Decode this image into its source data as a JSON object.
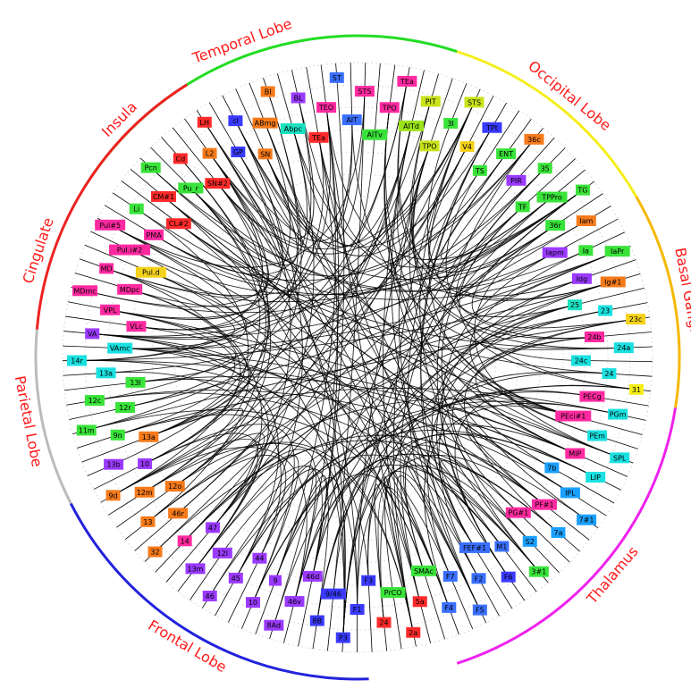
{
  "lobes": [
    {
      "label": "Temporal Lobe",
      "color": "#22dd22"
    },
    {
      "label": "Occipital Lobe",
      "color": "#f5ee1a"
    },
    {
      "label": "Basal Ganglia",
      "color": "#f5b800"
    },
    {
      "label": "Thalamus",
      "color": "#ee22ee"
    },
    {
      "label": "Frontal Lobe",
      "color": "#2222dd"
    },
    {
      "label": "Parietal Lobe",
      "color": "#bbbbbb"
    },
    {
      "label": "Cingulate",
      "color": "#ee2222"
    },
    {
      "label": "Insula",
      "color": "#ee2222"
    }
  ],
  "nodes": [
    {
      "label": "TEa",
      "color": "#ff2a2a"
    },
    {
      "label": "TEO",
      "color": "#ff2aa0"
    },
    {
      "label": "ST",
      "color": "#3a6fff"
    },
    {
      "label": "AIT",
      "color": "#3a6fff"
    },
    {
      "label": "STS",
      "color": "#ff2aa0"
    },
    {
      "label": "AITv",
      "color": "#39e339"
    },
    {
      "label": "TPO",
      "color": "#ff2aa0"
    },
    {
      "label": "TEa",
      "color": "#ff2aa0"
    },
    {
      "label": "AITd",
      "color": "#9be31a"
    },
    {
      "label": "PIT",
      "color": "#c8e31a"
    },
    {
      "label": "TPO",
      "color": "#c8e31a"
    },
    {
      "label": "3I",
      "color": "#39e339"
    },
    {
      "label": "STS",
      "color": "#c8e31a"
    },
    {
      "label": "V4",
      "color": "#f5d21a"
    },
    {
      "label": "TPt",
      "color": "#3a3aff"
    },
    {
      "label": "TS",
      "color": "#39e339"
    },
    {
      "label": "ENT",
      "color": "#39e339"
    },
    {
      "label": "36c",
      "color": "#f57a1a"
    },
    {
      "label": "PIR",
      "color": "#9a3aff"
    },
    {
      "label": "35",
      "color": "#39e339"
    },
    {
      "label": "TF",
      "color": "#39e339"
    },
    {
      "label": "TPPro",
      "color": "#39e339"
    },
    {
      "label": "TG",
      "color": "#39e339"
    },
    {
      "label": "36r",
      "color": "#39e339"
    },
    {
      "label": "Iam",
      "color": "#f57a1a"
    },
    {
      "label": "Iapm",
      "color": "#9a3aff"
    },
    {
      "label": "Ia",
      "color": "#39e339"
    },
    {
      "label": "IaPr",
      "color": "#39e339"
    },
    {
      "label": "Idg",
      "color": "#9a3aff"
    },
    {
      "label": "Ig#1",
      "color": "#f57a1a"
    },
    {
      "label": "25",
      "color": "#1ae0c0"
    },
    {
      "label": "23",
      "color": "#1ae0e0"
    },
    {
      "label": "23c",
      "color": "#f5d21a"
    },
    {
      "label": "24b",
      "color": "#ff2aa0"
    },
    {
      "label": "24a",
      "color": "#1ae0e0"
    },
    {
      "label": "24c",
      "color": "#1ae0e0"
    },
    {
      "label": "24",
      "color": "#1ae0e0"
    },
    {
      "label": "31",
      "color": "#f5ee1a"
    },
    {
      "label": "PECg",
      "color": "#ff2aa0"
    },
    {
      "label": "PGm",
      "color": "#1ae0e0"
    },
    {
      "label": "PEci#1",
      "color": "#ff2aa0"
    },
    {
      "label": "PEm",
      "color": "#1ae0e0"
    },
    {
      "label": "SPL",
      "color": "#1ae0e0"
    },
    {
      "label": "MIP",
      "color": "#ff2aa0"
    },
    {
      "label": "LIP",
      "color": "#1ae0e0"
    },
    {
      "label": "7b",
      "color": "#1aa0ff"
    },
    {
      "label": "IPL",
      "color": "#1aa0ff"
    },
    {
      "label": "7#1",
      "color": "#1aa0ff"
    },
    {
      "label": "PF#1",
      "color": "#ff2aa0"
    },
    {
      "label": "7a",
      "color": "#1aa0ff"
    },
    {
      "label": "PG#1",
      "color": "#ff2aa0"
    },
    {
      "label": "S2",
      "color": "#1aa0ff"
    },
    {
      "label": "3#1",
      "color": "#39e339"
    },
    {
      "label": "M1",
      "color": "#3a6fff"
    },
    {
      "label": "F6",
      "color": "#3a3aff"
    },
    {
      "label": "FEF#1",
      "color": "#3a6fff"
    },
    {
      "label": "F2",
      "color": "#3a6fff"
    },
    {
      "label": "F5",
      "color": "#3a6fff"
    },
    {
      "label": "F7",
      "color": "#3a6fff"
    },
    {
      "label": "F4",
      "color": "#3a6fff"
    },
    {
      "label": "SMAc",
      "color": "#39e339"
    },
    {
      "label": "5a",
      "color": "#ff2a2a"
    },
    {
      "label": "2a",
      "color": "#ff2a2a"
    },
    {
      "label": "PrCO",
      "color": "#39e339"
    },
    {
      "label": "24",
      "color": "#ff2a2a"
    },
    {
      "label": "F3",
      "color": "#3a3aff"
    },
    {
      "label": "F1",
      "color": "#3a3aff"
    },
    {
      "label": "P3",
      "color": "#3a3aff"
    },
    {
      "label": "9/46",
      "color": "#3a3aff"
    },
    {
      "label": "8B",
      "color": "#3a3aff"
    },
    {
      "label": "46d",
      "color": "#9a3aff"
    },
    {
      "label": "46v",
      "color": "#9a3aff"
    },
    {
      "label": "8Ad",
      "color": "#9a3aff"
    },
    {
      "label": "9",
      "color": "#9a3aff"
    },
    {
      "label": "10",
      "color": "#9a3aff"
    },
    {
      "label": "44",
      "color": "#9a3aff"
    },
    {
      "label": "45",
      "color": "#9a3aff"
    },
    {
      "label": "46",
      "color": "#9a3aff"
    },
    {
      "label": "12l",
      "color": "#9a3aff"
    },
    {
      "label": "13m",
      "color": "#9a3aff"
    },
    {
      "label": "47",
      "color": "#9a3aff"
    },
    {
      "label": "14",
      "color": "#ff2aa0"
    },
    {
      "label": "32",
      "color": "#f57a1a"
    },
    {
      "label": "46r",
      "color": "#f57a1a"
    },
    {
      "label": "13",
      "color": "#f57a1a"
    },
    {
      "label": "12o",
      "color": "#f57a1a"
    },
    {
      "label": "12m",
      "color": "#f57a1a"
    },
    {
      "label": "9d",
      "color": "#f57a1a"
    },
    {
      "label": "10",
      "color": "#9a3aff"
    },
    {
      "label": "13b",
      "color": "#9a3aff"
    },
    {
      "label": "13a",
      "color": "#f57a1a"
    },
    {
      "label": "9n",
      "color": "#39e339"
    },
    {
      "label": "11m",
      "color": "#39e339"
    },
    {
      "label": "12r",
      "color": "#39e339"
    },
    {
      "label": "12c",
      "color": "#39e339"
    },
    {
      "label": "13l",
      "color": "#39e339"
    },
    {
      "label": "13a",
      "color": "#1ae0e0"
    },
    {
      "label": "14r",
      "color": "#1ae0e0"
    },
    {
      "label": "VAmc",
      "color": "#1ae0e0"
    },
    {
      "label": "VA",
      "color": "#9a3aff"
    },
    {
      "label": "VLc",
      "color": "#ff2aa0"
    },
    {
      "label": "VPL",
      "color": "#ff2aa0"
    },
    {
      "label": "MDmc",
      "color": "#ff2aa0"
    },
    {
      "label": "MDpc",
      "color": "#ff2aa0"
    },
    {
      "label": "MD",
      "color": "#ff2aa0"
    },
    {
      "label": "Pul.d",
      "color": "#f5d21a"
    },
    {
      "label": "Pul.i#2",
      "color": "#ff2aa0"
    },
    {
      "label": "Pul#5",
      "color": "#ff2aa0"
    },
    {
      "label": "PMA",
      "color": "#ff2aa0"
    },
    {
      "label": "Li",
      "color": "#39e339"
    },
    {
      "label": "CL#2",
      "color": "#ff2a2a"
    },
    {
      "label": "CM#1",
      "color": "#ff2a2a"
    },
    {
      "label": "Pcn",
      "color": "#39e339"
    },
    {
      "label": "Pu_r",
      "color": "#39e339"
    },
    {
      "label": "Cd",
      "color": "#ff2a2a"
    },
    {
      "label": "SN#2",
      "color": "#ff2a2a"
    },
    {
      "label": "L2",
      "color": "#f57a1a"
    },
    {
      "label": "LH",
      "color": "#ff2a2a"
    },
    {
      "label": "GP",
      "color": "#3a3aff"
    },
    {
      "label": "cl",
      "color": "#3a3aff"
    },
    {
      "label": "SN",
      "color": "#f57a1a"
    },
    {
      "label": "ABmg",
      "color": "#f57a1a"
    },
    {
      "label": "Bl",
      "color": "#f57a1a"
    },
    {
      "label": "Abpc",
      "color": "#1ae0c0"
    },
    {
      "label": "BL",
      "color": "#9a3aff"
    }
  ]
}
